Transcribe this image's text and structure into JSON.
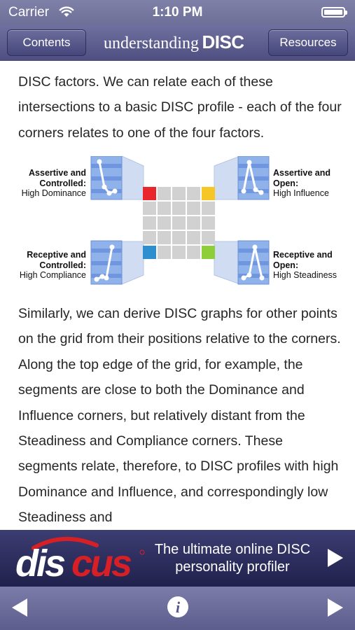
{
  "status_bar": {
    "carrier": "Carrier",
    "time": "1:10 PM"
  },
  "nav": {
    "left_button": "Contents",
    "title_part1": "understanding",
    "title_part2": "DISC",
    "right_button": "Resources"
  },
  "content": {
    "paragraph1": "DISC factors. We can relate each of these intersections to a basic DISC profile - each of the four corners relates to one of the four factors.",
    "diagram": {
      "top_left": {
        "line1": "Assertive and",
        "line2": "Controlled:",
        "line3": "High Dominance"
      },
      "top_right": {
        "line1": "Assertive and",
        "line2": "Open:",
        "line3": "High Influence"
      },
      "bottom_left": {
        "line1": "Receptive and",
        "line2": "Controlled:",
        "line3": "High Compliance"
      },
      "bottom_right": {
        "line1": "Receptive and",
        "line2": "Open:",
        "line3": "High Steadiness"
      },
      "corner_colors": {
        "dominance": "#e8262c",
        "influence": "#f6c526",
        "compliance": "#2d8fd0",
        "steadiness": "#8ece38"
      }
    },
    "paragraph2": "Similarly, we can derive DISC graphs for other points on the grid from their positions relative to the corners. Along the top edge of the grid, for example, the segments are close to both the Dominance and Influence corners, but relatively distant from the Steadiness and Compliance corners. These segments relate, therefore, to DISC profiles with high Dominance and Influence, and correspondingly low Steadiness and"
  },
  "banner": {
    "logo_text": "discus",
    "text_line1": "The ultimate online DISC",
    "text_line2": "personality profiler"
  },
  "toolbar": {
    "back_icon": "back-arrow-icon",
    "info_icon": "info-icon",
    "forward_icon": "forward-arrow-icon",
    "info_glyph": "i"
  }
}
